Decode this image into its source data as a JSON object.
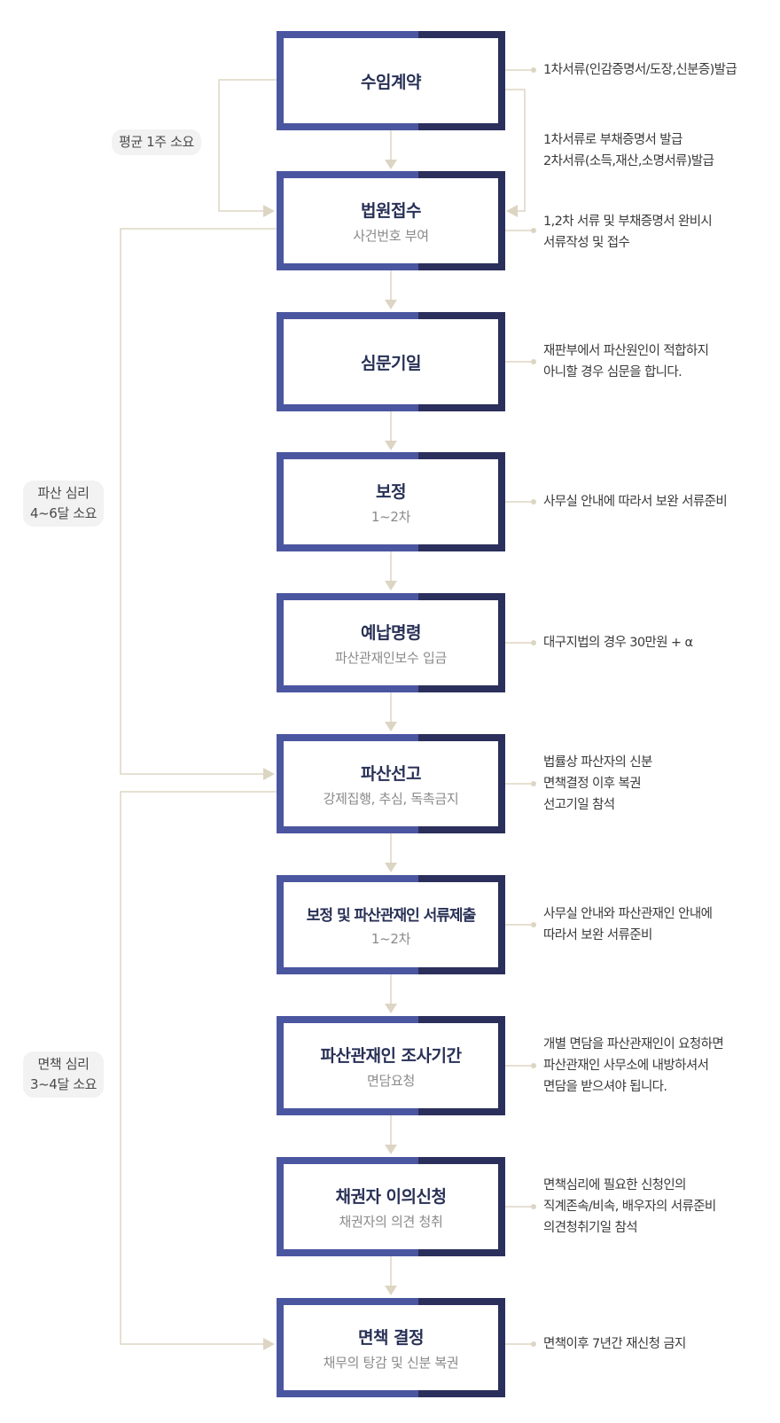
{
  "steps": [
    {
      "title": "수임계약",
      "sub": ""
    },
    {
      "title": "법원접수",
      "sub": "사건번호 부여"
    },
    {
      "title": "심문기일",
      "sub": ""
    },
    {
      "title": "보정",
      "sub": "1~2차"
    },
    {
      "title": "예납명령",
      "sub": "파산관재인보수 입금"
    },
    {
      "title": "파산선고",
      "sub": "강제집행, 추심, 독촉금지"
    },
    {
      "title": "보정 및 파산관재인 서류제출",
      "sub": "1~2차"
    },
    {
      "title": "파산관재인 조사기간",
      "sub": "면담요청"
    },
    {
      "title": "채권자 이의신청",
      "sub": "채권자의 의견 청취"
    },
    {
      "title": "면책 결정",
      "sub": "채무의 탕감 및 신분 복권"
    }
  ],
  "notes": {
    "n1": "1차서류(인감증명서/도장,신분증)발급",
    "n2a": "1차서류로 부채증명서 발급",
    "n2b": "2차서류(소득,재산,소명서류)발급",
    "n3a": "1,2차 서류 및 부채증명서 완비시",
    "n3b": "서류작성 및 접수",
    "n4a": "재판부에서 파산원인이 적합하지",
    "n4b": "아니할 경우 심문을 합니다.",
    "n5": "사무실 안내에 따라서 보완 서류준비",
    "n6": "대구지법의 경우 30만원 + α",
    "n7a": "법률상 파산자의 신분",
    "n7b": "면책결정 이후 복권",
    "n7c": "선고기일 참석",
    "n8a": "사무실 안내와 파산관재인 안내에",
    "n8b": "따라서 보완 서류준비",
    "n9a": "개별 면담을 파산관재인이 요청하면",
    "n9b": "파산관재인 사무소에 내방하셔서",
    "n9c": "면담을 받으셔야 됩니다.",
    "n10a": "면책심리에 필요한 신청인의",
    "n10b": "직계존속/비속, 배우자의 서류준비",
    "n10c": "의견청취기일 참석",
    "n11": "면책이후 7년간 재신청 금지"
  },
  "durations": {
    "week_label": "평균 1주 소요",
    "bankrupt_label_1": "파산 심리",
    "bankrupt_label_2": "4~6달 소요",
    "discharge_label_1": "면책 심리",
    "discharge_label_2": "3~4달 소요"
  },
  "colors": {
    "box_left": "#4b56a0",
    "box_right": "#2b2f5c",
    "connector": "#ddd5c3",
    "title": "#283056"
  }
}
